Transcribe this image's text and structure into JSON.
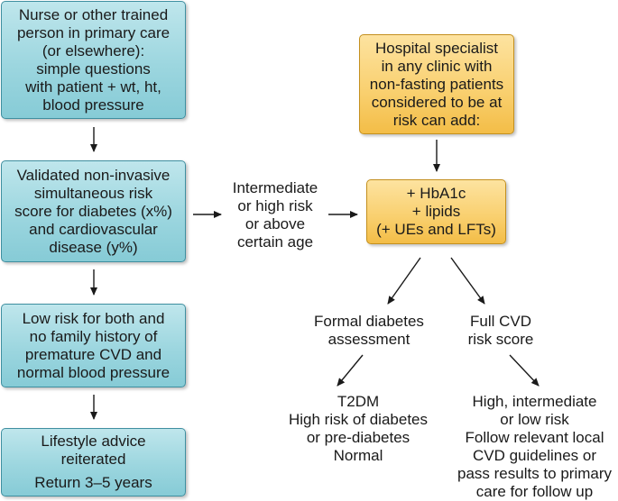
{
  "left_column": {
    "box1": [
      "Nurse or other trained",
      "person in primary care",
      "(or elsewhere):",
      "simple questions",
      "with patient + wt, ht,",
      "blood pressure"
    ],
    "box2": [
      "Validated non-invasive",
      "simultaneous risk",
      "score for diabetes (x%)",
      "and cardiovascular",
      "disease (y%)"
    ],
    "box3": [
      "Low risk for both and",
      "no family history of",
      "premature CVD and",
      "normal blood pressure"
    ],
    "box4_top": [
      "Lifestyle advice",
      "reiterated"
    ],
    "box4_bottom": "Return 3–5 years"
  },
  "middle_label": [
    "Intermediate",
    "or high risk",
    "or above",
    "certain age"
  ],
  "right_column": {
    "specialist_box": [
      "Hospital specialist",
      "in any clinic with",
      "non-fasting patients",
      "considered to be at",
      "risk can add:"
    ],
    "tests_box": [
      "+ HbA1c",
      "+ lipids",
      "(+ UEs and LFTs)"
    ],
    "diabetes_assessment": [
      "Formal diabetes",
      "assessment"
    ],
    "cvd_score": [
      "Full CVD",
      "risk score"
    ],
    "diabetes_outcomes": [
      "T2DM",
      "High risk of diabetes",
      "or pre-diabetes",
      "Normal"
    ],
    "cvd_outcomes": [
      "High, intermediate",
      "or low risk",
      "Follow relevant local",
      "CVD guidelines or",
      "pass results to primary",
      "care for follow up"
    ]
  },
  "colors": {
    "teal_box": "#9cd6df",
    "gold_box": "#f9cf6d",
    "arrow": "#1a1a1a"
  }
}
